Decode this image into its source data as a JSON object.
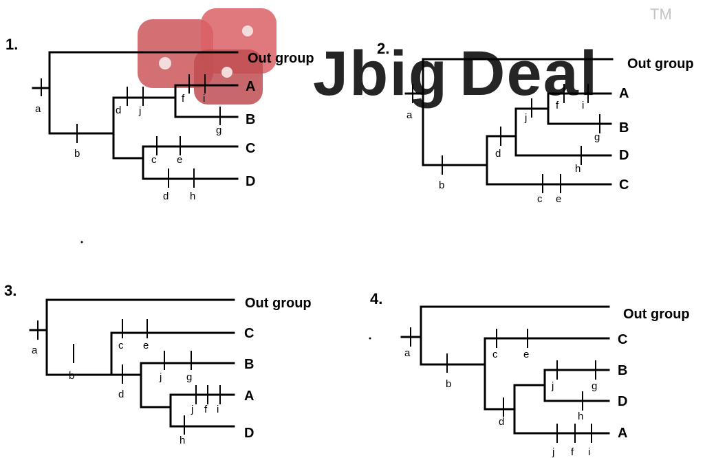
{
  "watermark": {
    "brand_part1": "Jbig",
    "brand_part2": "Deal",
    "trademark": "TM",
    "colors": {
      "red": "#d9282e",
      "gray": "#8c8c8c",
      "dice": "#c23a3e"
    }
  },
  "cladograms": [
    {
      "number": "1.",
      "outgroup": "Out group",
      "taxa": [
        "A",
        "B",
        "C",
        "D"
      ],
      "trait_labels": [
        "a",
        "b",
        "d",
        "j",
        "f",
        "i",
        "g",
        "c",
        "e",
        "d",
        "h"
      ]
    },
    {
      "number": "2.",
      "outgroup": "Out group",
      "taxa": [
        "A",
        "B",
        "D",
        "C"
      ],
      "trait_labels": [
        "a",
        "b",
        "d",
        "j",
        "f",
        "i",
        "g",
        "h",
        "c",
        "e"
      ]
    },
    {
      "number": "3.",
      "outgroup": "Out group",
      "taxa": [
        "C",
        "B",
        "A",
        "D"
      ],
      "trait_labels": [
        "a",
        "b",
        "c",
        "e",
        "d",
        "j",
        "g",
        "j",
        "f",
        "i",
        "h"
      ]
    },
    {
      "number": "4.",
      "outgroup": "Out group",
      "taxa": [
        "C",
        "B",
        "D",
        "A"
      ],
      "trait_labels": [
        "a",
        "b",
        "c",
        "e",
        "d",
        "j",
        "g",
        "h",
        "j",
        "f",
        "i"
      ]
    }
  ]
}
